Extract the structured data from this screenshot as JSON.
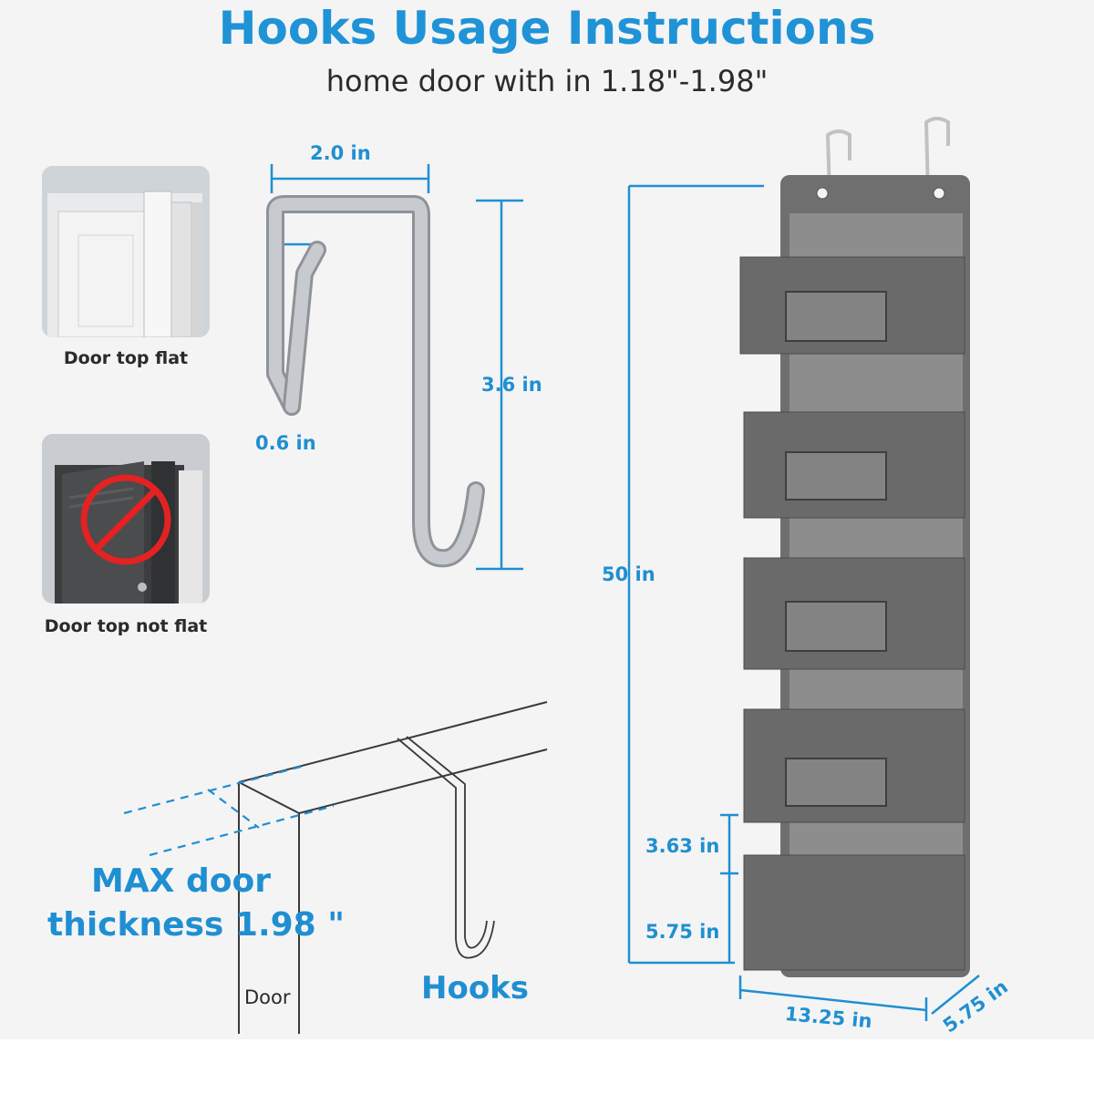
{
  "header": {
    "title": "Hooks Usage Instructions",
    "subtitle": "home door with in 1.18\"-1.98\""
  },
  "thumbnails": [
    {
      "caption": "Door top flat"
    },
    {
      "caption": "Door top not flat"
    }
  ],
  "hook_dimensions": {
    "width": "2.0 in",
    "height": "3.6 in",
    "thickness": "0.6 in"
  },
  "door_diagram": {
    "max_thickness_line1": "MAX door",
    "max_thickness_line2": "thickness 1.98 \"",
    "door_label": "Door",
    "hooks_label": "Hooks"
  },
  "organizer_dimensions": {
    "total_height": "50 in",
    "pocket_gap": "3.63 in",
    "pocket_height": "5.75 in",
    "width": "13.25 in",
    "depth": "5.75 in"
  },
  "colors": {
    "accent": "#1f8fd2",
    "organizer": "#6f6f6f",
    "hook": "#b9bcc0"
  }
}
